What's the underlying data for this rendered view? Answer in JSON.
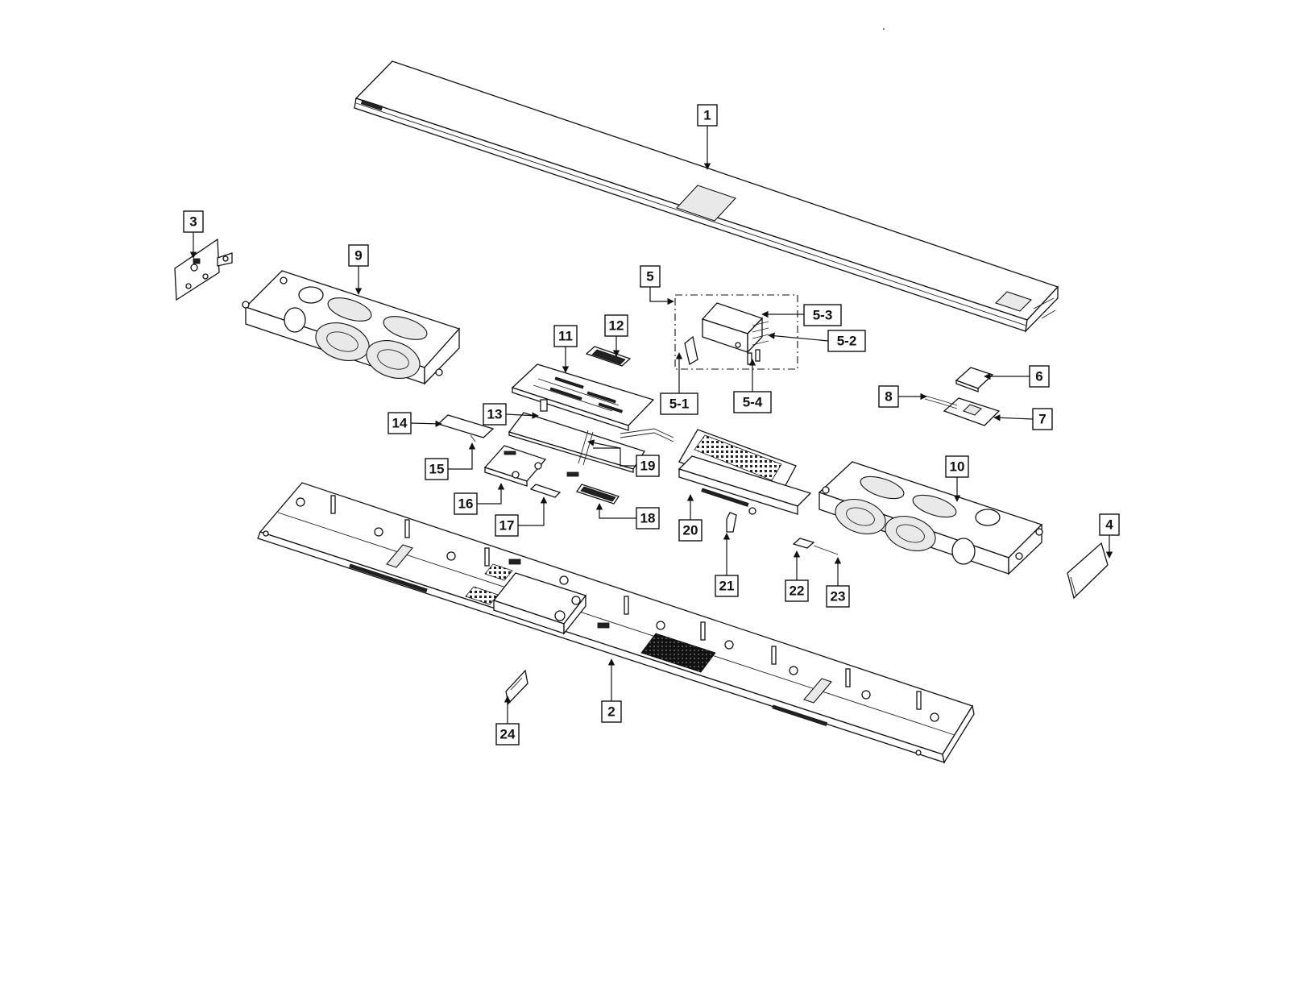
{
  "callouts": {
    "c1": "1",
    "c2": "2",
    "c3": "3",
    "c4": "4",
    "c5": "5",
    "c5_1": "5-1",
    "c5_2": "5-2",
    "c5_3": "5-3",
    "c5_4": "5-4",
    "c6": "6",
    "c7": "7",
    "c8": "8",
    "c9": "9",
    "c10": "10",
    "c11": "11",
    "c12": "12",
    "c13": "13",
    "c14": "14",
    "c15": "15",
    "c16": "16",
    "c17": "17",
    "c18": "18",
    "c19": "19",
    "c20": "20",
    "c21": "21",
    "c22": "22",
    "c23": "23",
    "c24": "24"
  },
  "colors": {
    "line": "#111111",
    "background": "#ffffff"
  }
}
